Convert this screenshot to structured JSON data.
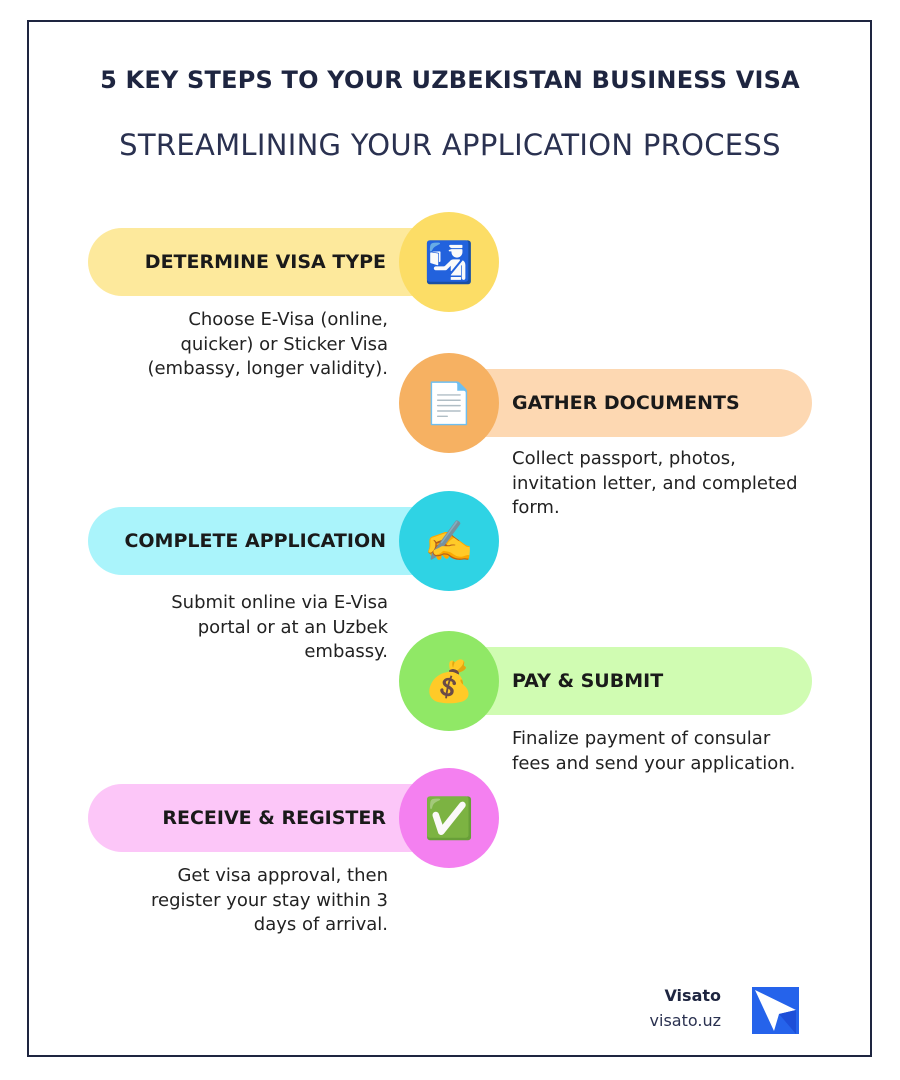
{
  "title": "5 KEY STEPS TO YOUR UZBEKISTAN BUSINESS VISA",
  "subtitle": "STREAMLINING YOUR APPLICATION PROCESS",
  "steps": [
    {
      "label": "DETERMINE VISA TYPE",
      "icon": "passport-control-icon",
      "emoji": "🛂",
      "description": "Choose E-Visa (online, quicker) or Sticker Visa (embassy, longer validity).",
      "pill_color": "#fde99c",
      "circle_color": "#fcdd66"
    },
    {
      "label": "GATHER DOCUMENTS",
      "icon": "document-icon",
      "emoji": "📄",
      "description": "Collect passport, photos, invitation letter, and completed form.",
      "pill_color": "#fdd8b2",
      "circle_color": "#f6b162"
    },
    {
      "label": "COMPLETE APPLICATION",
      "icon": "writing-hand-icon",
      "emoji": "✍️",
      "description": "Submit online via E-Visa portal or at an Uzbek embassy.",
      "pill_color": "#aaf4fb",
      "circle_color": "#2fd3e4"
    },
    {
      "label": "PAY & SUBMIT",
      "icon": "money-bag-icon",
      "emoji": "💰",
      "description": "Finalize payment of consular fees and send your application.",
      "pill_color": "#d0fcb2",
      "circle_color": "#90e866"
    },
    {
      "label": "RECEIVE & REGISTER",
      "icon": "check-mark-icon",
      "emoji": "✅",
      "description": "Get visa approval, then register your stay within 3 days of arrival.",
      "pill_color": "#fcc6f8",
      "circle_color": "#f480f0"
    }
  ],
  "footer": {
    "brand": "Visato",
    "url": "visato.uz",
    "logo_color": "#2563eb"
  }
}
